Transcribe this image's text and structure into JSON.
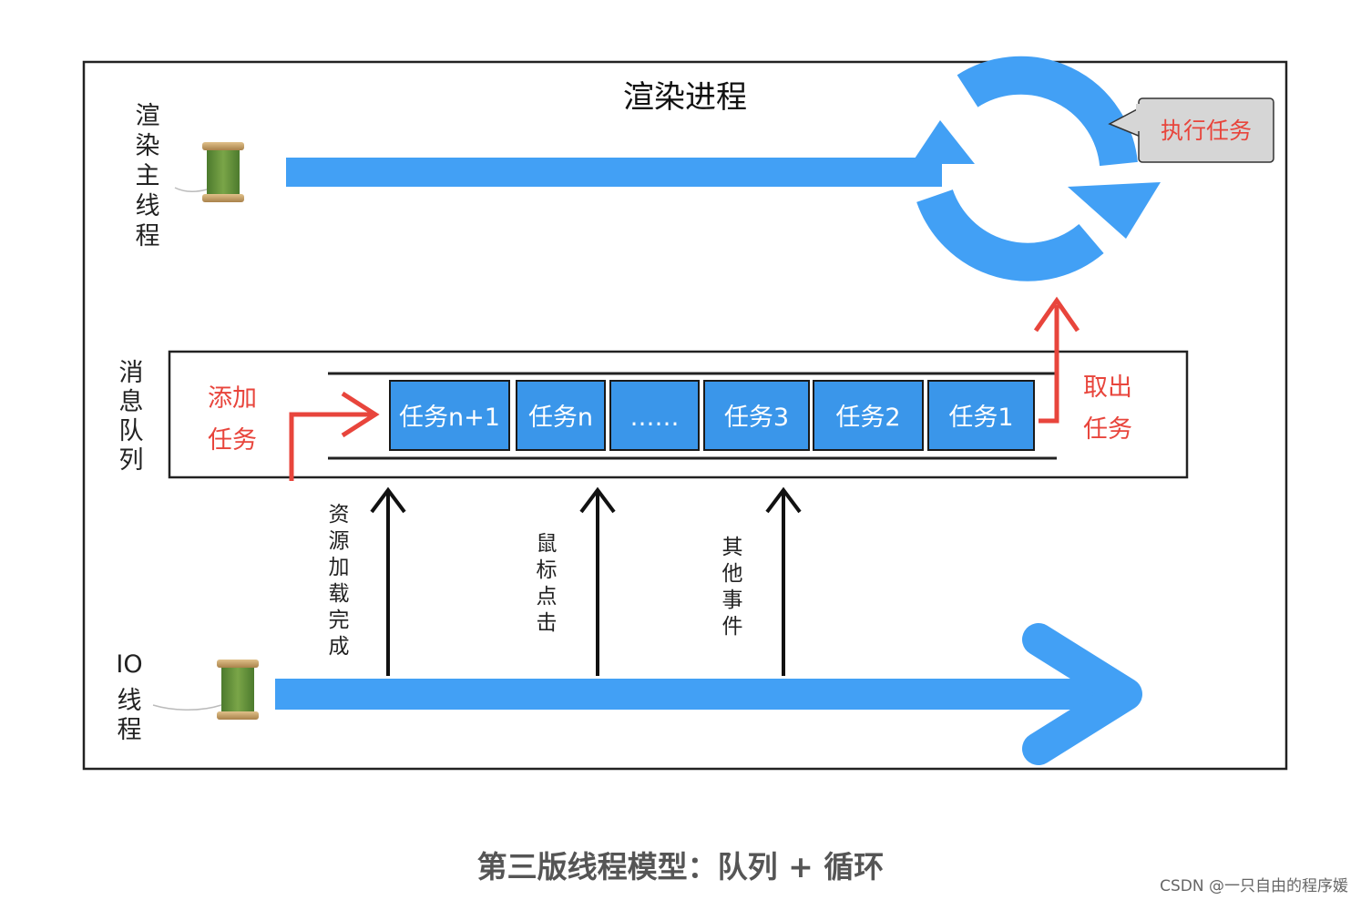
{
  "title": "渲染进程",
  "main_thread_label": "渲染主线程",
  "execute_task_label": "执行任务",
  "message_queue_label": "消息队列",
  "add_task_label": [
    "添加",
    "任务"
  ],
  "take_task_label": [
    "取出",
    "任务"
  ],
  "tasks": [
    "任务n+1",
    "任务n",
    "……",
    "任务3",
    "任务2",
    "任务1"
  ],
  "events": [
    "资源加载完成",
    "鼠标点击",
    "其他事件"
  ],
  "io_thread_label": [
    "IO",
    "线",
    "程"
  ],
  "caption": "第三版线程模型：队列 + 循环",
  "watermark": "CSDN @一只自由的程序媛",
  "colors": {
    "blue": "#42a0f5",
    "red": "#e8453c",
    "task_fill": "#3a96ea",
    "spool_thread": "#5b8a3a",
    "spool_wood": "#c9a46a"
  }
}
